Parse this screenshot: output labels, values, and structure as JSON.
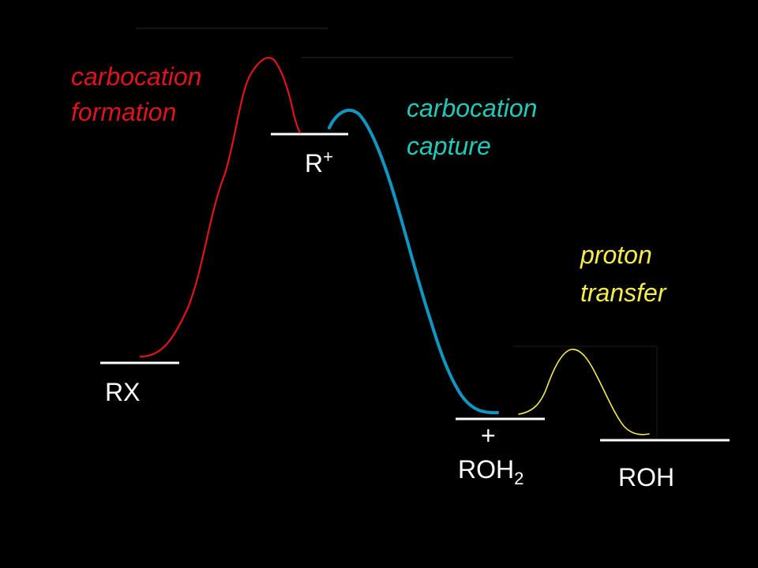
{
  "colors": {
    "background": "#000000",
    "formation": "#e0141b",
    "capture": "#1196c2",
    "proton": "#f5ec4a",
    "level": "#ffffff",
    "capture_label": "#22c9b8"
  },
  "steps": {
    "formation": {
      "line1": "carbocation",
      "line2": "formation"
    },
    "capture": {
      "line1": "carbocation",
      "line2": "capture"
    },
    "proton": {
      "line1": "proton",
      "line2": "transfer"
    }
  },
  "species": {
    "rx": "RX",
    "r_plus_base": "R",
    "r_plus_charge": "+",
    "roh2_charge": "+",
    "roh2_base": "ROH",
    "roh2_subscript": "2",
    "roh": "ROH"
  }
}
